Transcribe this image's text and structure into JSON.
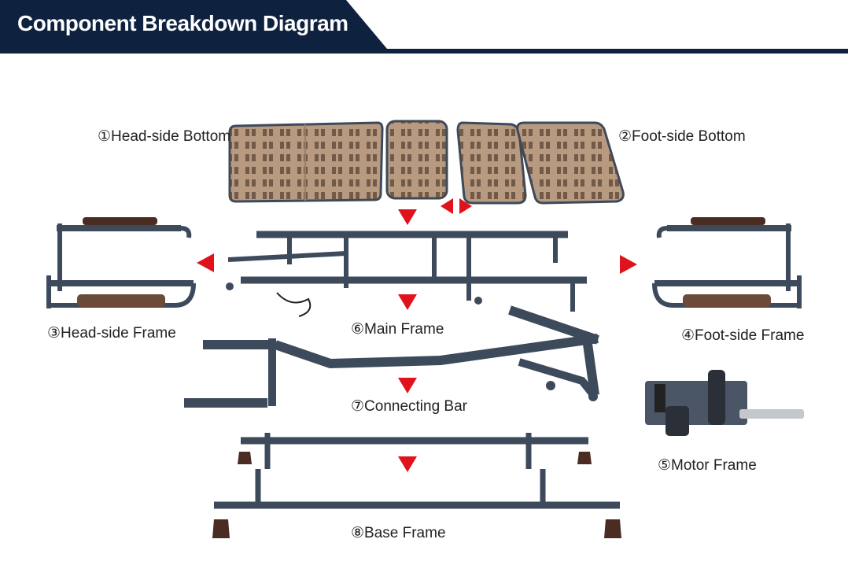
{
  "header": {
    "title": "Component Breakdown Diagram"
  },
  "components": {
    "head_side_bottom": "①Head-side Bottom",
    "foot_side_bottom": "②Foot-side Bottom",
    "head_side_frame": "③Head-side Frame",
    "foot_side_frame": "④Foot-side Frame",
    "motor_frame": "⑤Motor Frame",
    "main_frame": "⑥Main Frame",
    "connecting_bar": "⑦Connecting Bar",
    "base_frame": "⑧Base Frame"
  },
  "colors": {
    "header_navy": "#0e2240",
    "arrow_red": "#e0121b",
    "frame_steel": "#3d4a5c",
    "panel_brown": "#b89a80",
    "caster_brown": "#4a2c22"
  }
}
